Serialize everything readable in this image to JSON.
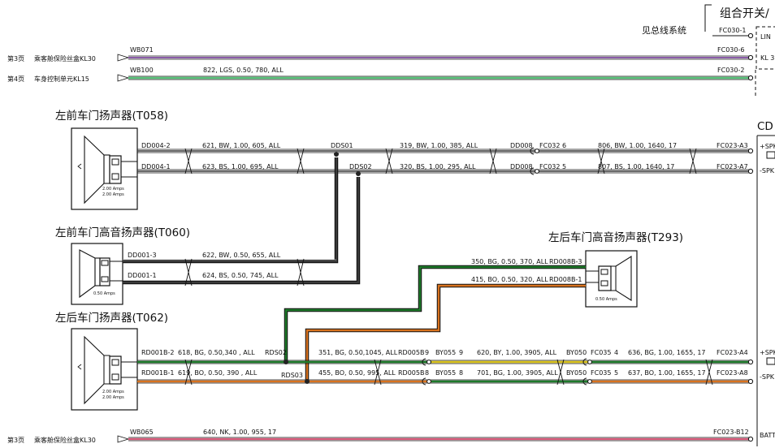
{
  "header": {
    "right_title": "组合开关/",
    "bus_note": "见总线系统",
    "cd_label": "CD"
  },
  "feeds": [
    {
      "page": "第3页",
      "source": "乘客舱保险丝盒KL30",
      "wire": "WB071",
      "spec": "",
      "pin": "FC030-6",
      "conn": "KL 3"
    },
    {
      "page": "第4页",
      "source": "车身控制单元KL15",
      "wire": "WB100",
      "spec": "822, LGS, 0.50, 780, ALL",
      "pin": "FC030-2",
      "conn": ""
    },
    {
      "page": "第3页",
      "source": "乘客舱保险丝盒KL30",
      "wire": "WB065",
      "spec": "640, NK, 1.00, 955, 17",
      "pin": "FC023-B12",
      "conn": "BATT"
    }
  ],
  "lin": {
    "pin": "FC030-1",
    "label": "LIN"
  },
  "components": [
    {
      "title": "左前车门扬声器(T058)",
      "amps": [
        "2.00 Amps",
        "2.00 Amps"
      ]
    },
    {
      "title": "左前车门高音扬声器(T060)",
      "amps": [
        "0.50 Amps"
      ]
    },
    {
      "title": "左后车门扬声器(T062)",
      "amps": [
        "2.00 Amps",
        "2.00 Amps"
      ]
    },
    {
      "title": "左后车门高音扬声器(T293)",
      "amps": [
        "0.50 Amps"
      ]
    }
  ],
  "front": {
    "top": {
      "pin": "DD004-2",
      "w1": "621, BW, 1.00, 605, ALL",
      "splice": "DDS01",
      "w2": "319, BW, 1.00, 385, ALL",
      "conn": "DD008",
      "fc": "FC032 6",
      "w3": "806, BW, 1.00, 1640, 17",
      "end": "FC023-A3",
      "radio": "+SPK"
    },
    "bot": {
      "pin": "DD004-1",
      "w1": "623, BS, 1.00, 695, ALL",
      "splice": "DDS02",
      "w2": "320, BS, 1.00, 295, ALL",
      "conn": "DD008",
      "fc": "FC032 5",
      "w3": "807, BS, 1.00, 1640, 17",
      "end": "FC023-A7",
      "radio": "-SPK"
    }
  },
  "tweeter_front": [
    {
      "pin": "DD001-3",
      "wire": "622, BW, 0.50, 655, ALL"
    },
    {
      "pin": "DD001-1",
      "wire": "624, BS, 0.50, 745, ALL"
    }
  ],
  "tweeter_rear": [
    {
      "wire": "350, BG, 0.50, 370, ALL",
      "pin": "RD008B-3"
    },
    {
      "wire": "415, BO, 0.50, 320, ALL",
      "pin": "RD008B-1"
    }
  ],
  "rear": {
    "top": {
      "pin": "RD001B-2",
      "w1": "618, BG, 0.50,340 , ALL",
      "splice": "RDS02",
      "w2": "351, BG, 0.50,1045, ALL",
      "c1": "RD005B",
      "c1n": "9",
      "by1": "BY055",
      "by1n": "9",
      "w3": "620, BY, 1.00, 3905, ALL",
      "by2": "BY050",
      "fc": "FC035",
      "fcn": "4",
      "w4": "636, BG, 1.00, 1655, 17",
      "end": "FC023-A4",
      "radio": "+SPK"
    },
    "bot": {
      "pin": "RD001B-1",
      "w1": "619, BO, 0.50, 390 , ALL",
      "splice": "RDS03",
      "w2": "455, BO, 0.50, 995, ALL",
      "c1": "RD005B",
      "c1n": "8",
      "by1": "BY055",
      "by1n": "8",
      "w3": "701, BG, 1.00, 3905, ALL",
      "by2": "BY050",
      "fc": "FC035",
      "fcn": "5",
      "w4": "637, BO, 1.00, 1655, 17",
      "end": "FC023-A8",
      "radio": "-SPK"
    }
  },
  "colors": {
    "wire_dark": "#3a3a3a",
    "green": "#1e7a2a",
    "orange": "#d9731f",
    "yellow": "#d8c21a",
    "light_green": "#59c27a",
    "violet": "#8a5ba8",
    "pink": "#d85a7a",
    "line": "#111111"
  }
}
